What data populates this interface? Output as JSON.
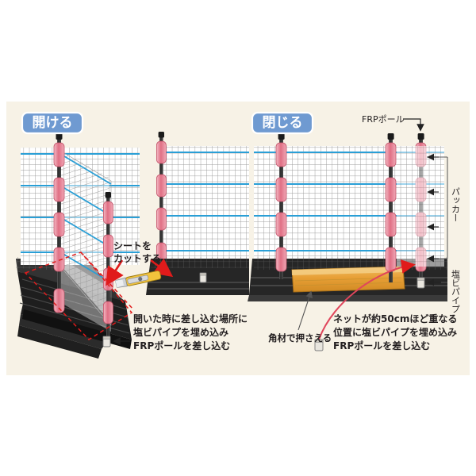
{
  "figure": {
    "background_color": "#ffffff",
    "panel_color": "#f7f2e6",
    "net_line_color": "#2a9fd6",
    "mesh_color": "#8c8c8c",
    "pole_color": "#3a3a3a",
    "packer_color": "#e58a9a",
    "sheet_color": "#262626",
    "wood_color": "#e8a43c",
    "arrow_red": "#e01b1b",
    "label_badge_color": "#6f9ad1",
    "text_color": "#231f20"
  },
  "panels": [
    {
      "id": "open",
      "badge": "開ける",
      "callouts": [
        {
          "name": "cut-sheet",
          "text_lines": [
            "シートを",
            "カットする"
          ]
        },
        {
          "name": "insert-instruction",
          "text_lines": [
            "開いた時に差し込む場所に",
            "塩ビパイプを埋め込み",
            "FRPポールを差し込む"
          ]
        }
      ],
      "icons": [
        {
          "name": "cutter-knife-icon",
          "label": "cutter-knife"
        },
        {
          "name": "pvc-pipe-icon",
          "label": "pvc-pipe-socket"
        }
      ]
    },
    {
      "id": "close",
      "badge": "閉じる",
      "callouts": [
        {
          "name": "frp-pole-label",
          "text_lines": [
            "FRPポール"
          ]
        },
        {
          "name": "packer-label",
          "text_lines": [
            "パッカー"
          ]
        },
        {
          "name": "pvc-pipe-label",
          "text_lines": [
            "塩ビパイプ"
          ]
        },
        {
          "name": "hold-with-lumber",
          "text_lines": [
            "角材で押さえる"
          ]
        },
        {
          "name": "overlap-instruction",
          "text_lines": [
            "ネットが約50cmほど重なる",
            "位置に塩ビパイプを埋め込み",
            "FRPポールを差し込む"
          ]
        }
      ],
      "icons": [
        {
          "name": "pvc-pipe-icon",
          "label": "pvc-pipe-socket"
        },
        {
          "name": "wood-beam-icon",
          "label": "wooden-beam"
        }
      ]
    }
  ],
  "measurements": {
    "overlap": "約50cm"
  }
}
